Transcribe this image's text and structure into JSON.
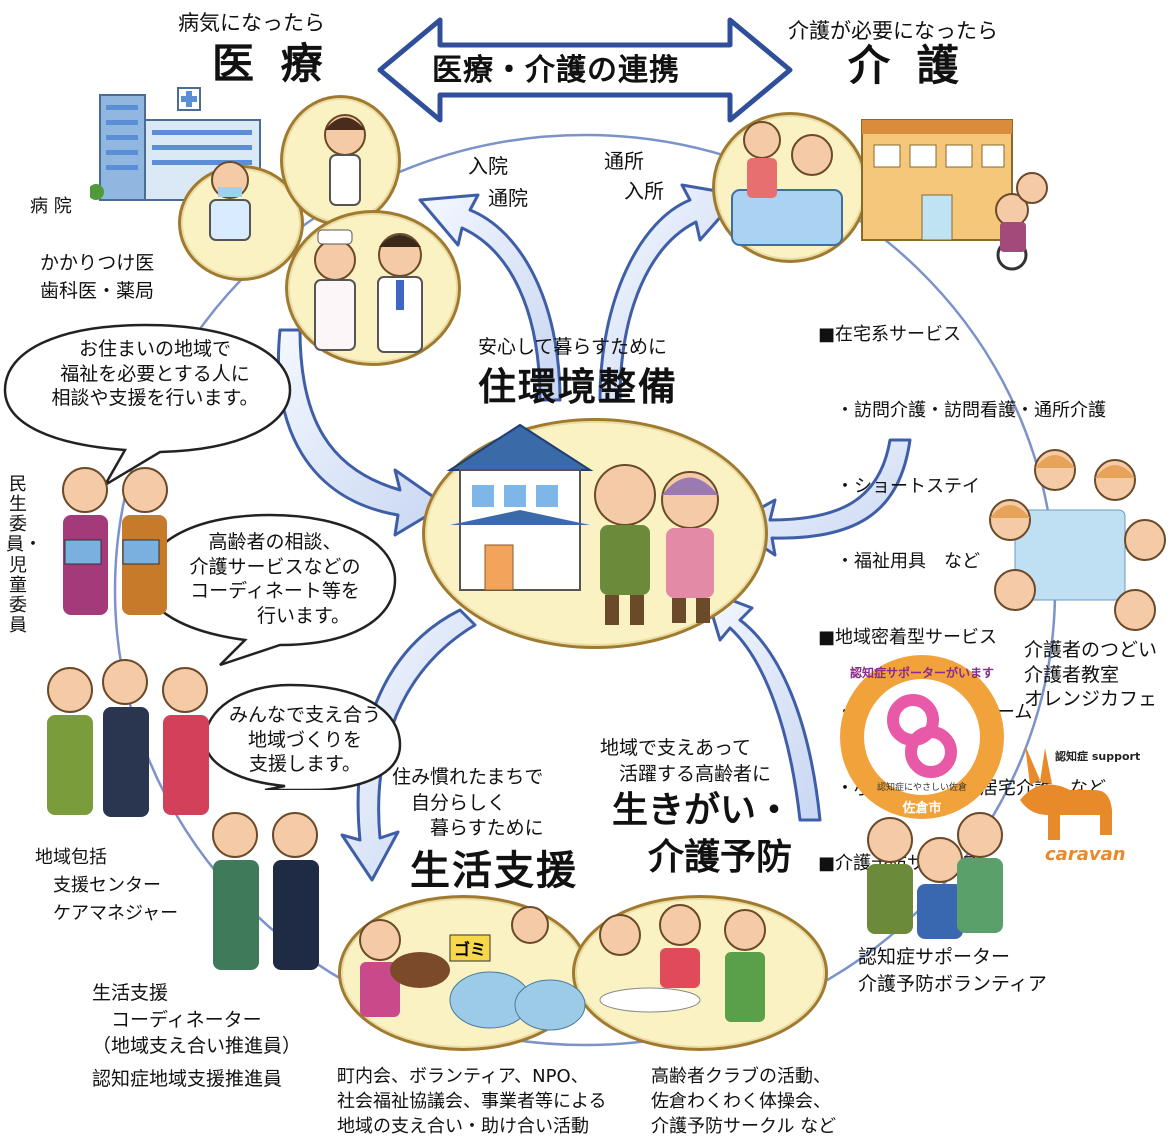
{
  "top_arrow": {
    "label": "医療・介護の連携"
  },
  "medical": {
    "sub": "病気になったら",
    "title": "医 療",
    "hospital": "病 院",
    "doctors": "かかりつけ医\n歯科医・薬局"
  },
  "care": {
    "sub": "介護が必要になったら",
    "title": "介 護",
    "services": [
      "■在宅系サービス",
      "　・訪問介護・訪問看護・通所介護",
      "　・ショートステイ",
      "　・福祉用具　など",
      "■地域密着型サービス",
      "　・認知症グループホーム",
      "　・小規模多機能型居宅介護　など",
      "■介護予防サービス"
    ]
  },
  "flows": {
    "hospital_in": "入院\n　通院",
    "care_in": "通所\n　入所"
  },
  "housing": {
    "sub": "安心して暮らすために",
    "title": "住環境整備"
  },
  "bubbles": {
    "b1": "お住まいの地域で\n福祉を必要とする人に\n相談や支援を行います。",
    "b2": "高齢者の相談、\n介護サービスなどの\nコーディネート等を\n　　　行います。",
    "b3": "みんなで支え合う\n地域づくりを\n支援します。"
  },
  "left_labels": {
    "minsei": "民生委員・児童委員",
    "houkatsu": "地域包括\n　支援センター\n　ケアマネジャー",
    "coordinator": "生活支援\n　コーディネーター\n（地域支え合い推進員）",
    "dementia_promoter": "認知症地域支援推進員"
  },
  "life_support": {
    "sub": "住み慣れたまちで\n　自分らしく\n　　暮らすために",
    "title": "生活支援",
    "bottom": "町内会、ボランティア、NPO、\n社会福祉協議会、事業者等による\n地域の支え合い・助け合い活動",
    "gomi": "ゴミ"
  },
  "ikigai": {
    "sub": "地域で支えあって\n　活躍する高齢者に",
    "title": "生きがい・\n　介護予防",
    "bottom": "高齢者クラブの活動、\n佐倉わくわく体操会、\n介護予防サークル など"
  },
  "right_labels": {
    "caregiver": "介護者のつどい\n介護者教室\nオレンジカフェ",
    "supporter": "認知症サポーター\n介護予防ボランティア"
  },
  "logo": {
    "ring": "認知症サポーターがいます",
    "inner": "認知症にやさしい佐倉",
    "city": "佐倉市"
  },
  "caravan": {
    "top": "認知症 supporter",
    "bottom": "caravan"
  },
  "colors": {
    "arrow_blue": "#3f5ea8",
    "arrow_fill": "#eef3ff",
    "circle_fill": "#fbf2c4",
    "logo_orange": "#f2a23a"
  }
}
